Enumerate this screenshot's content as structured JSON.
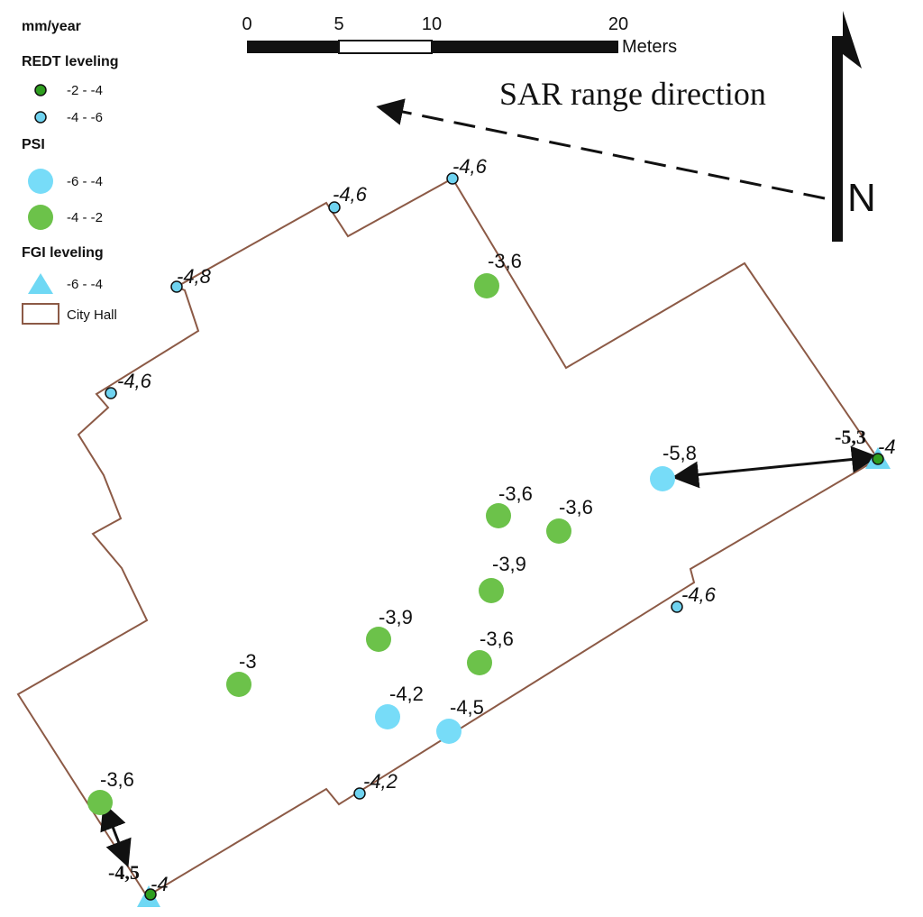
{
  "legend": {
    "unit": "mm/year",
    "redt_title": "REDT leveling",
    "redt_items": [
      "-2 - -4",
      "-4 - -6"
    ],
    "psi_title": "PSI",
    "psi_items": [
      "-6 - -4",
      "-4 - -2"
    ],
    "fgi_title": "FGI leveling",
    "fgi_items": [
      "-6 - -4"
    ],
    "boundary_label": "City Hall"
  },
  "scale_bar": {
    "ticks": [
      "0",
      "5",
      "10",
      "20"
    ],
    "unit": "Meters"
  },
  "sar_direction_label": "SAR range direction",
  "north_label": "N",
  "colors": {
    "redt_green": "#2e9e1f",
    "redt_cyan": "#6fd3f0",
    "psi_cyan": "#77dcf8",
    "psi_green": "#6cc24a",
    "fgi_cyan": "#6fd8f4",
    "boundary": "#8c5a46"
  },
  "redt_points": [
    {
      "label": "-4,6"
    },
    {
      "label": "-4,6"
    },
    {
      "label": "-4,8"
    },
    {
      "label": "-4,6"
    },
    {
      "label": "-4,6"
    },
    {
      "label": "-4,2"
    },
    {
      "label": "-4"
    },
    {
      "label": "-4"
    }
  ],
  "psi_points": [
    {
      "label": "-3,6"
    },
    {
      "label": "-5,8"
    },
    {
      "label": "-3,6"
    },
    {
      "label": "-3,6"
    },
    {
      "label": "-3,9"
    },
    {
      "label": "-3,9"
    },
    {
      "label": "-3,6"
    },
    {
      "label": "-3"
    },
    {
      "label": "-4,2"
    },
    {
      "label": "-4,5"
    },
    {
      "label": "-3,6"
    }
  ],
  "fgi_points": [
    {
      "label": "-5,3"
    },
    {
      "label": "-4,5"
    }
  ]
}
